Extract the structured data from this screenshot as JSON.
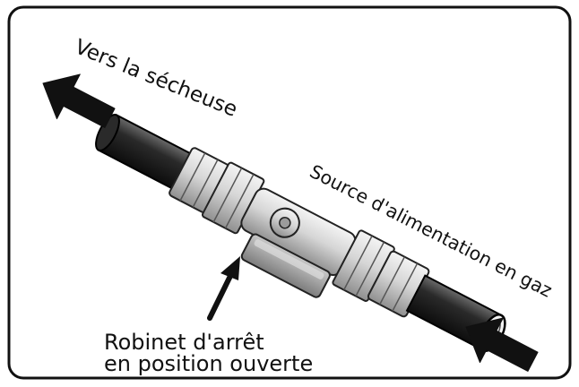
{
  "labels": {
    "to_dryer": "Vers la sécheuse",
    "gas_source": "Source d'alimentation en gaz",
    "valve_line1": "Robinet d'arrêt",
    "valve_line2": "en position ouverte"
  },
  "colors": {
    "frame": "#111111",
    "pipe": "#1f1f1f",
    "fitting": "#dcdcdc",
    "handle": "#9a9a9a",
    "arrow": "#111111"
  },
  "icons": {
    "flow_out": "arrow-up-left-icon",
    "flow_in": "arrow-up-left-icon",
    "valve_pointer": "arrow-up-right-icon"
  }
}
